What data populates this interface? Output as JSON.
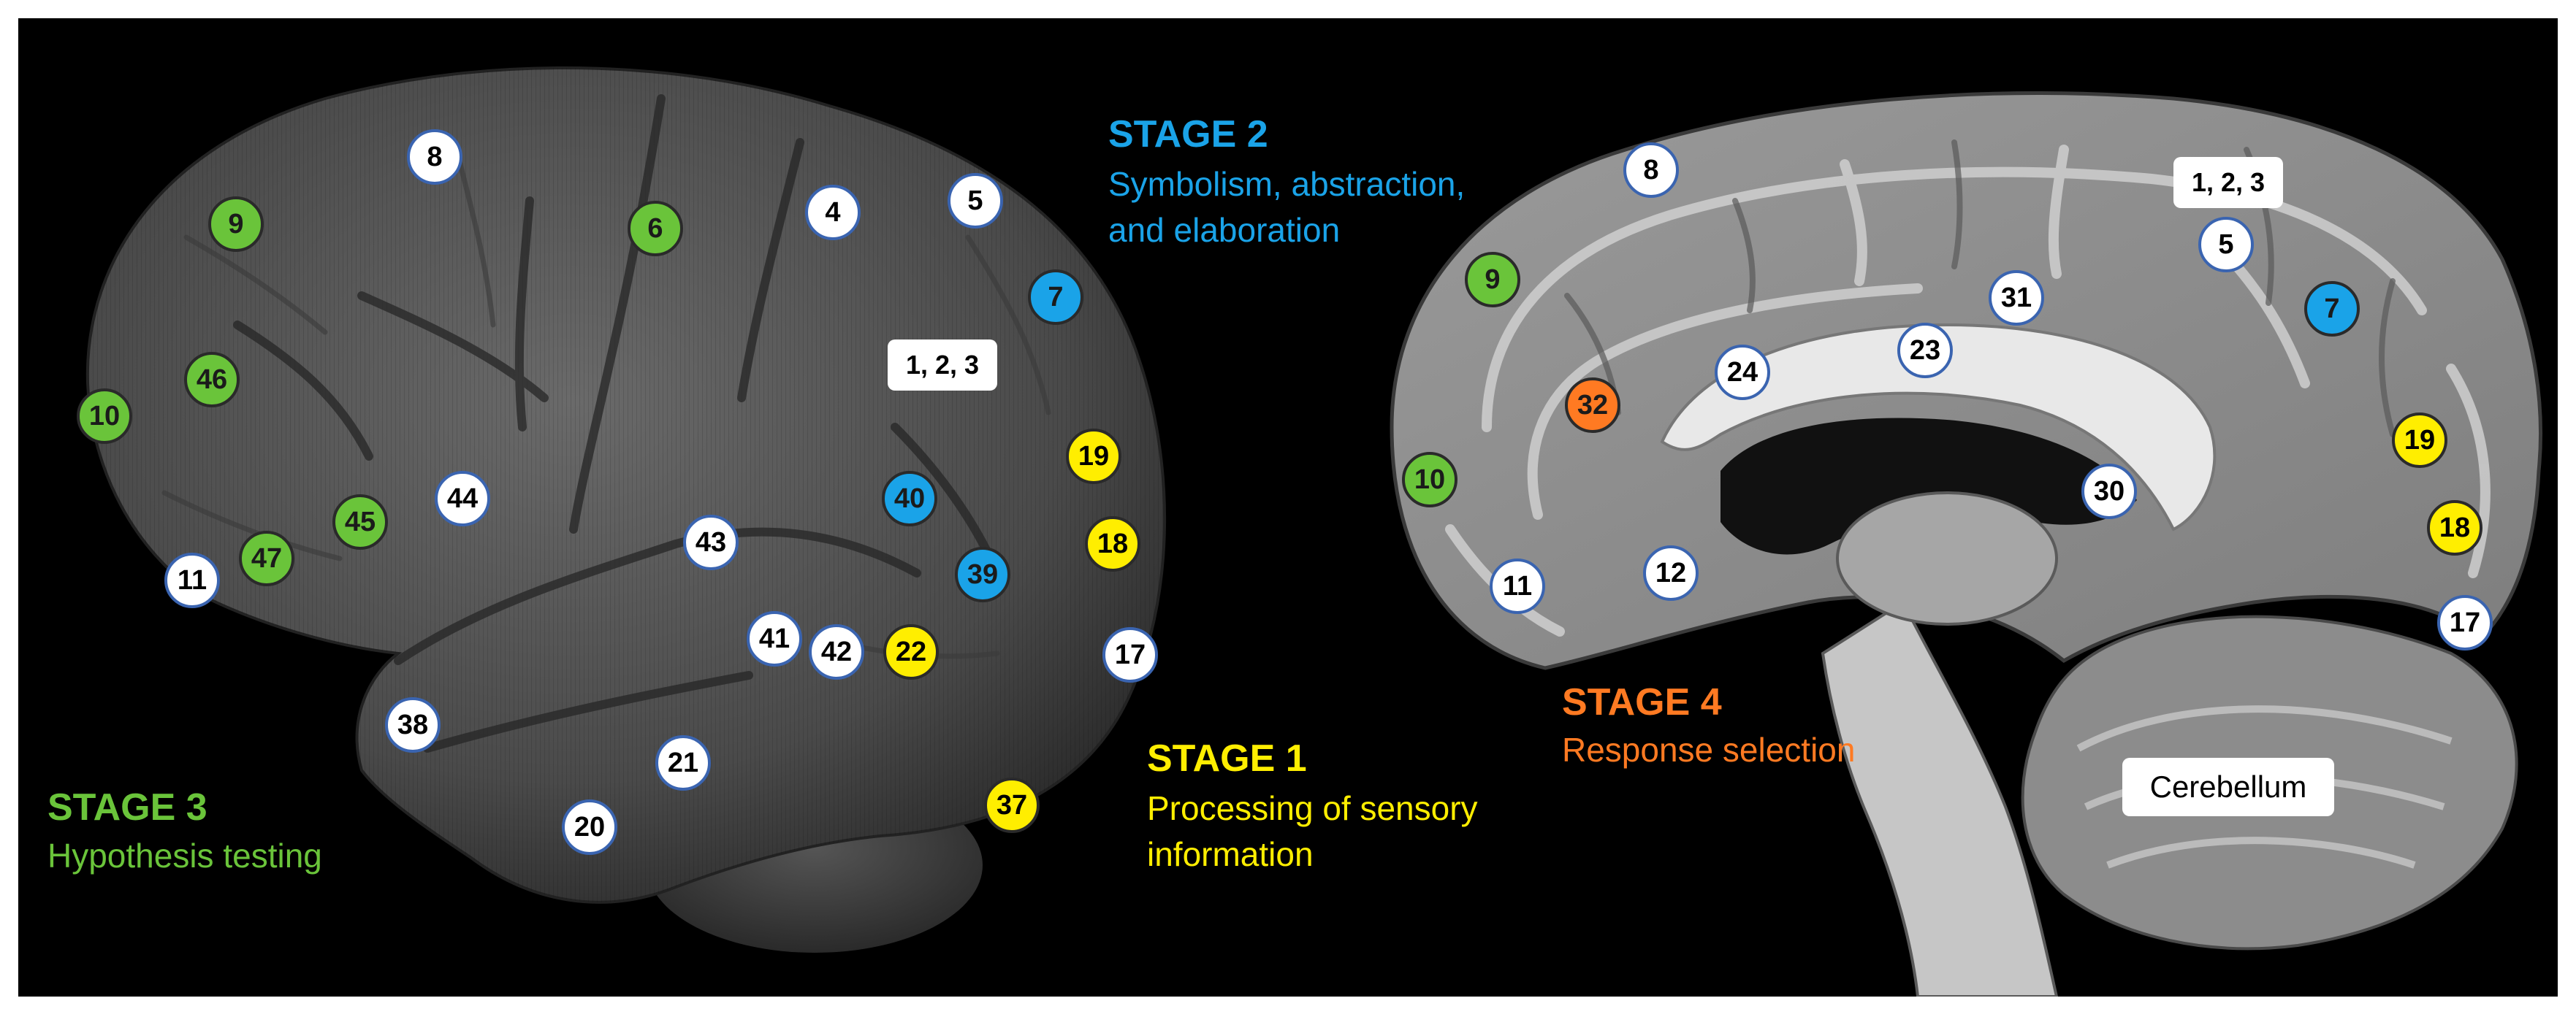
{
  "colors": {
    "stage1": "#ffee00",
    "stage2": "#1aa3e8",
    "stage3": "#6ac43a",
    "stage4": "#ff7a22",
    "neutral": "#ffffff",
    "background": "#000000"
  },
  "stages": {
    "stage1": {
      "title": "STAGE 1",
      "lines": [
        "Processing of sensory",
        "information"
      ]
    },
    "stage2": {
      "title": "STAGE 2",
      "lines": [
        "Symbolism, abstraction,",
        "and elaboration"
      ]
    },
    "stage3": {
      "title": "STAGE 3",
      "lines": [
        "Hypothesis testing"
      ]
    },
    "stage4": {
      "title": "STAGE 4",
      "lines": [
        "Response selection"
      ]
    }
  },
  "lateral_view": {
    "areas": [
      {
        "label": "8",
        "stage": "neutral"
      },
      {
        "label": "9",
        "stage": "stage3"
      },
      {
        "label": "6",
        "stage": "stage3"
      },
      {
        "label": "4",
        "stage": "neutral"
      },
      {
        "label": "5",
        "stage": "neutral"
      },
      {
        "label": "7",
        "stage": "stage2"
      },
      {
        "label": "46",
        "stage": "stage3"
      },
      {
        "label": "10",
        "stage": "stage3"
      },
      {
        "label": "44",
        "stage": "neutral"
      },
      {
        "label": "45",
        "stage": "stage3"
      },
      {
        "label": "47",
        "stage": "stage3"
      },
      {
        "label": "11",
        "stage": "neutral"
      },
      {
        "label": "43",
        "stage": "neutral"
      },
      {
        "label": "40",
        "stage": "stage2"
      },
      {
        "label": "39",
        "stage": "stage2"
      },
      {
        "label": "19",
        "stage": "stage1"
      },
      {
        "label": "18",
        "stage": "stage1"
      },
      {
        "label": "17",
        "stage": "neutral"
      },
      {
        "label": "41",
        "stage": "neutral"
      },
      {
        "label": "42",
        "stage": "neutral"
      },
      {
        "label": "22",
        "stage": "stage1"
      },
      {
        "label": "38",
        "stage": "neutral"
      },
      {
        "label": "21",
        "stage": "neutral"
      },
      {
        "label": "20",
        "stage": "neutral"
      },
      {
        "label": "37",
        "stage": "stage1"
      }
    ],
    "box_label": "1, 2, 3"
  },
  "medial_view": {
    "areas": [
      {
        "label": "8",
        "stage": "neutral"
      },
      {
        "label": "9",
        "stage": "stage3"
      },
      {
        "label": "32",
        "stage": "stage4"
      },
      {
        "label": "24",
        "stage": "neutral"
      },
      {
        "label": "23",
        "stage": "neutral"
      },
      {
        "label": "31",
        "stage": "neutral"
      },
      {
        "label": "5",
        "stage": "neutral"
      },
      {
        "label": "7",
        "stage": "stage2"
      },
      {
        "label": "10",
        "stage": "stage3"
      },
      {
        "label": "11",
        "stage": "neutral"
      },
      {
        "label": "12",
        "stage": "neutral"
      },
      {
        "label": "30",
        "stage": "neutral"
      },
      {
        "label": "19",
        "stage": "stage1"
      },
      {
        "label": "18",
        "stage": "stage1"
      },
      {
        "label": "17",
        "stage": "neutral"
      }
    ],
    "box_label": "1, 2, 3",
    "cerebellum_label": "Cerebellum"
  }
}
